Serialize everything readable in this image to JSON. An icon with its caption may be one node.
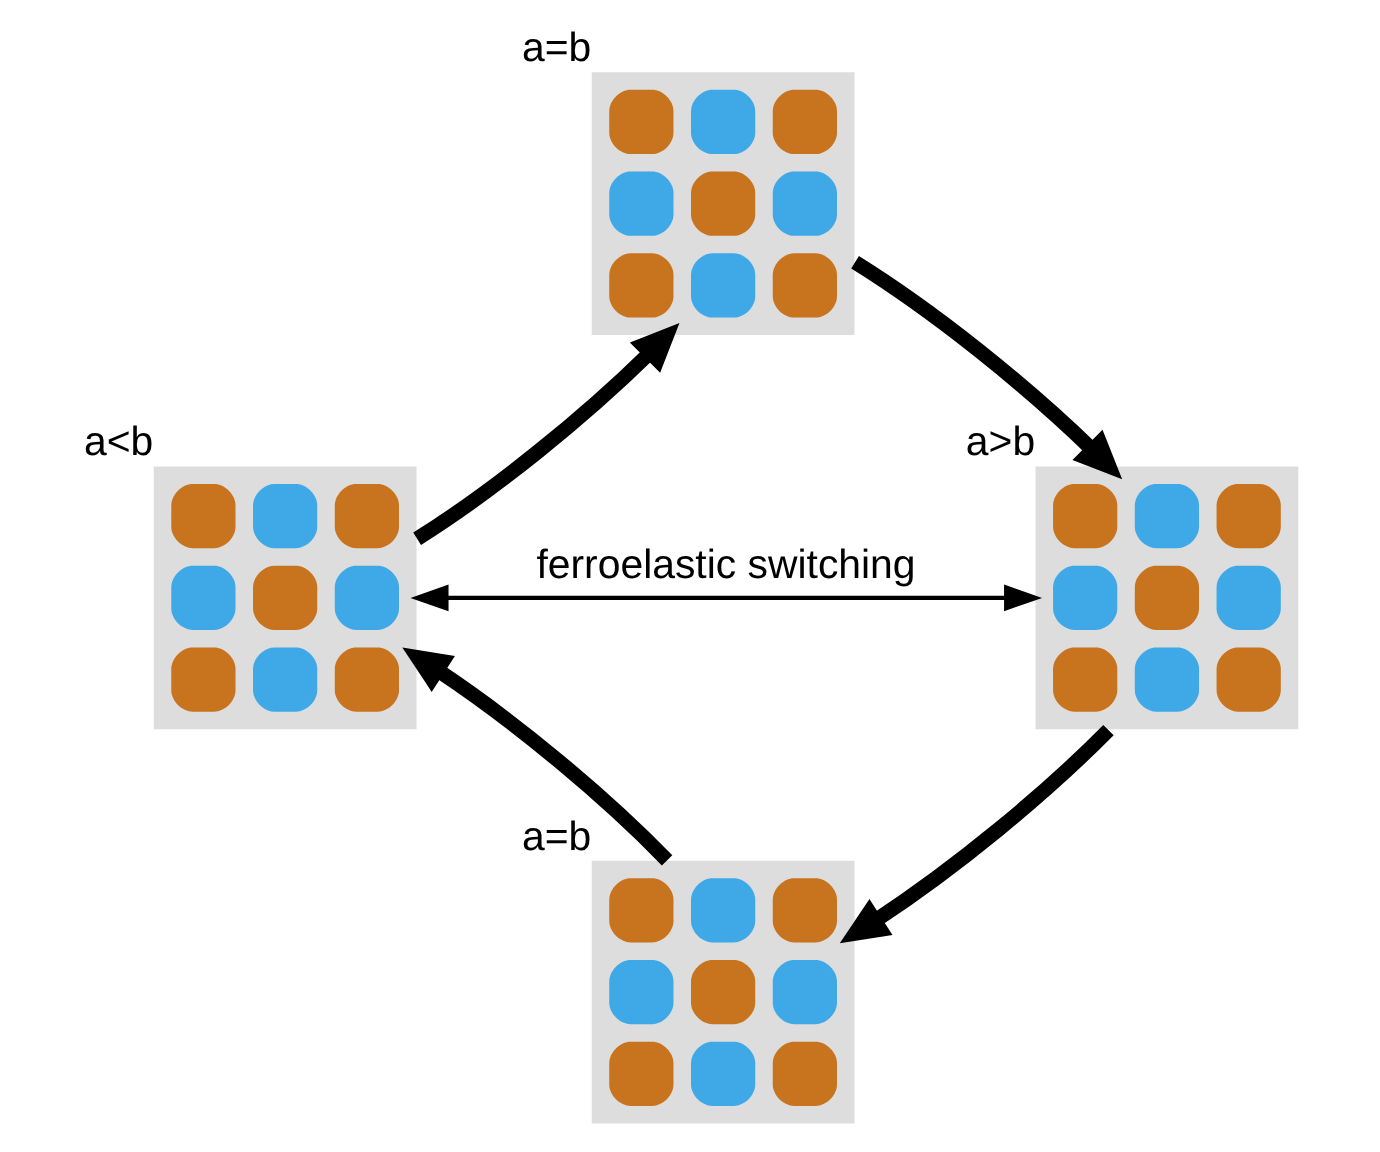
{
  "diagram": {
    "nodes": [
      {
        "text": [],
        "shape": "picture",
        "beside": [
          "a=b"
        ]
      },
      {
        "text": [],
        "shape": "picture",
        "beside": [
          "a<b"
        ]
      },
      {
        "text": [],
        "shape": "picture",
        "beside": [
          "a>b"
        ]
      },
      {
        "text": [],
        "shape": "picture",
        "beside": [
          "a=b"
        ]
      }
    ],
    "edges": [
      {
        "from": 1,
        "to": 0,
        "arrow": "to"
      },
      {
        "from": 0,
        "to": 2,
        "arrow": "to"
      },
      {
        "from": 2,
        "to": 3,
        "arrow": "to"
      },
      {
        "from": 3,
        "to": 1,
        "arrow": "to"
      },
      {
        "from": 1,
        "to": 2,
        "arrow": "both",
        "label": "ferroelastic switching"
      }
    ]
  }
}
